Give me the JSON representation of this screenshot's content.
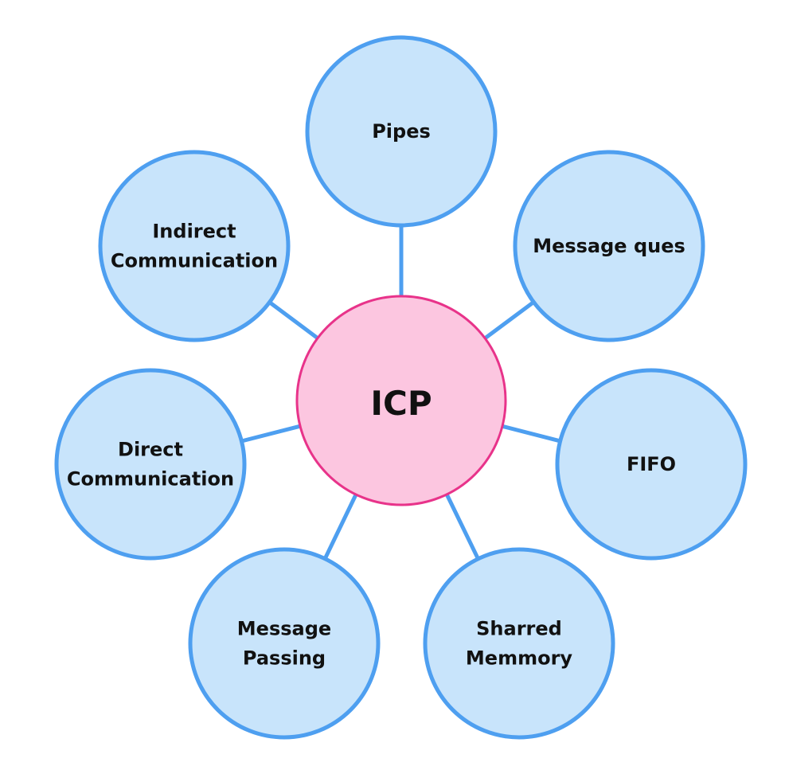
{
  "diagram": {
    "center": {
      "label": "ICP",
      "fill": "#fcc6e0",
      "stroke": "#e8338a"
    },
    "node_style": {
      "fill": "#c8e4fb",
      "stroke": "#4e9ff0",
      "connector": "#4e9ff0"
    },
    "nodes": [
      {
        "id": "pipes",
        "lines": [
          "Pipes"
        ]
      },
      {
        "id": "message-ques",
        "lines": [
          "Message ques"
        ]
      },
      {
        "id": "fifo",
        "lines": [
          "FIFO"
        ]
      },
      {
        "id": "sharred-memmory",
        "lines": [
          "Sharred",
          "Memmory"
        ]
      },
      {
        "id": "message-passing",
        "lines": [
          "Message",
          "Passing"
        ]
      },
      {
        "id": "direct-communication",
        "lines": [
          "Direct",
          "Communication"
        ]
      },
      {
        "id": "indirect-communication",
        "lines": [
          "Indirect",
          "Communication"
        ]
      }
    ]
  }
}
